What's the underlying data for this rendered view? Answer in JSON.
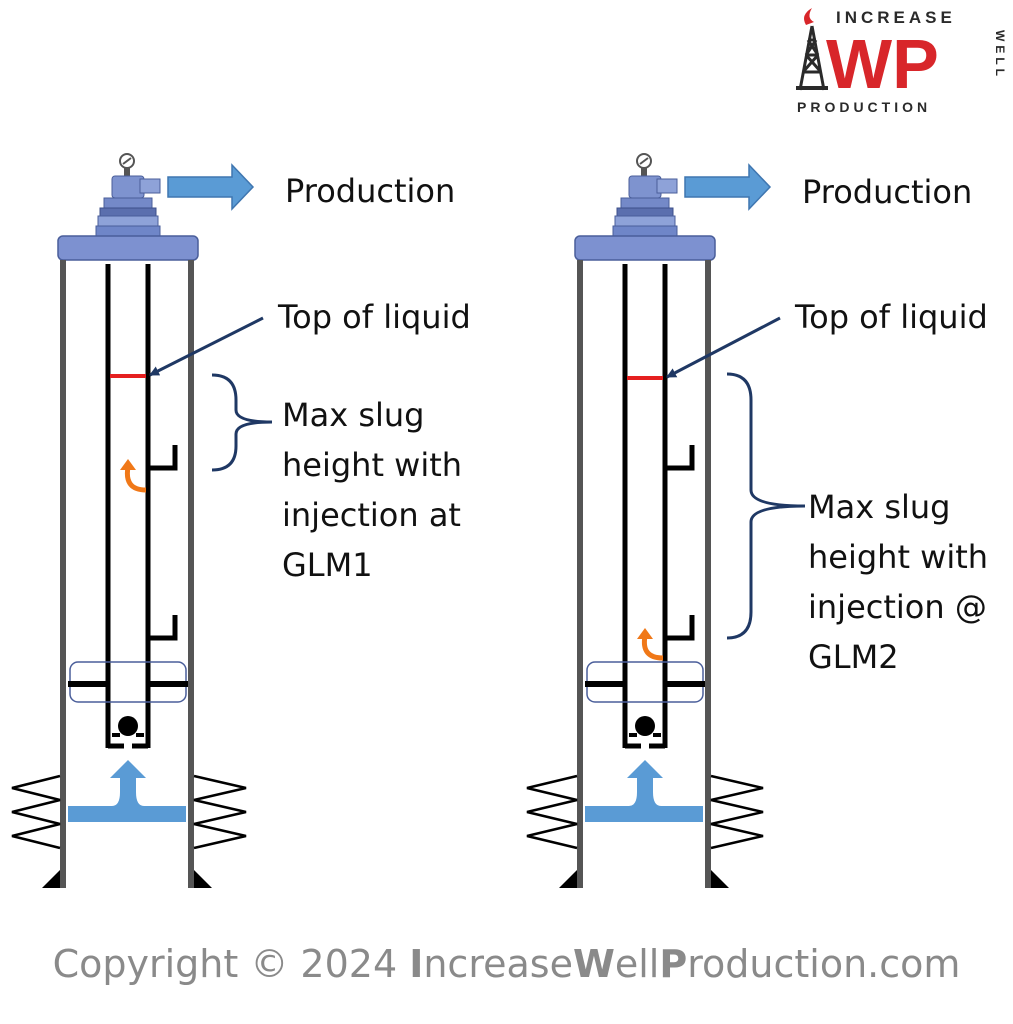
{
  "logo": {
    "line_top": "INCREASE",
    "letters": "WP",
    "line_bottom": "PRODUCTION",
    "side": "WELL",
    "colors": {
      "red": "#d8262a",
      "dark": "#2a2a2a"
    }
  },
  "diagrams": [
    {
      "production_label": "Production",
      "top_label": "Top of liquid",
      "slug_lines": [
        "Max slug",
        "height with",
        "injection at",
        "GLM1"
      ],
      "injection_at": "GLM1"
    },
    {
      "production_label": "Production",
      "top_label": "Top of liquid",
      "slug_lines": [
        "Max slug",
        "height with",
        "injection @",
        "GLM2"
      ],
      "injection_at": "GLM2"
    }
  ],
  "colors": {
    "casing": "#555555",
    "tubing": "#000000",
    "liquid_top": "#e52020",
    "flow_arrow": "#5a9bd5",
    "gas_arrow": "#f07818",
    "bracket": "#1f3864",
    "wellhead": "#6f86c8"
  },
  "copyright": {
    "prefix": "Copyright © 2024 ",
    "p1b": "I",
    "p1": "ncrease",
    "p2b": "W",
    "p2": "ell",
    "p3b": "P",
    "p3": "roduction",
    "suffix": ".com"
  }
}
